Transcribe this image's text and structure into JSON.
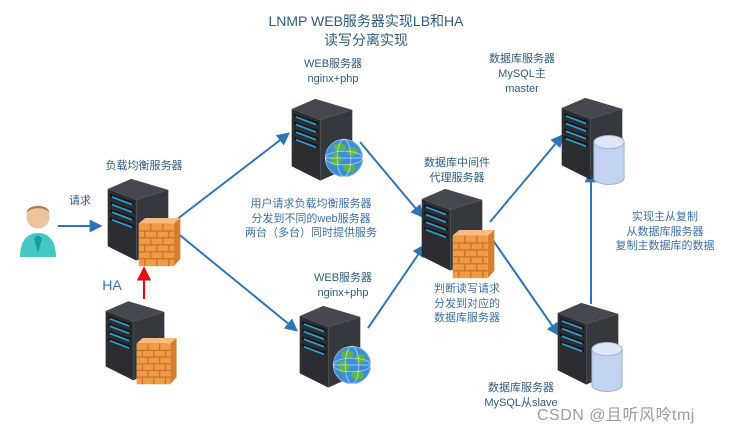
{
  "title": {
    "line1": "LNMP WEB服务器实现LB和HA",
    "line2": "读写分离实现"
  },
  "nodes": {
    "load_balancer": {
      "label": "负载均衡服务器"
    },
    "web_top": {
      "line1": "WEB服务器",
      "line2": "nginx+php"
    },
    "web_bottom": {
      "line1": "WEB服务器",
      "line2": "nginx+php"
    },
    "middleware": {
      "line1": "数据库中间件",
      "line2": "代理服务器"
    },
    "mysql_master": {
      "line1": "数据库服务器",
      "line2": "MySQL主",
      "line3": "master"
    },
    "mysql_slave": {
      "line1": "数据库服务器",
      "line2": "MySQL从slave"
    }
  },
  "annotations": {
    "request": "请求",
    "ha": "HA",
    "lb_note": "用户请求负载均衡服务器\n分发到不同的web服务器\n两台（多台）同时提供服务",
    "rw_note": "判断读写请求\n分发到对应的\n数据库服务器",
    "replication_note": "实现主从复制\n从数据库服务器\n复制主数据库的数据"
  },
  "watermark": "CSDN @且听风呤tmj",
  "icons": {
    "user": "person-icon",
    "server": "server-tower-icon",
    "firewall": "firewall-icon",
    "web": "globe-icon",
    "database": "database-cylinder-icon"
  },
  "colors": {
    "arrow_blue": "#2e75b6",
    "arrow_red": "#dd1111",
    "label_text": "#2e5a7d",
    "note_text": "#3c6fa6",
    "ha_text": "#2e74b5",
    "watermark_text": "#9b9b9b",
    "server_body": "#2b2d31",
    "firewall_orange": "#ef9a47",
    "db_cylinder": "#c3d2ef"
  }
}
